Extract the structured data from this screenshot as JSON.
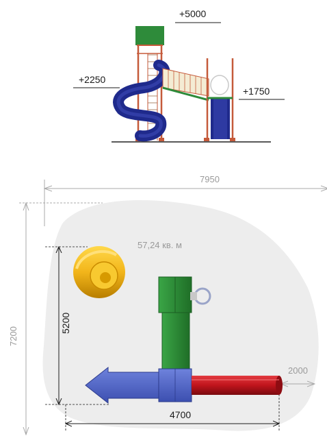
{
  "elevation": {
    "height_top": "+5000",
    "height_slide": "+2250",
    "height_platform": "+1750"
  },
  "plan": {
    "width_total": "7950",
    "depth_total": "7200",
    "area": "57,24 кв. м",
    "length_5200": "5200",
    "length_4700": "4700",
    "clearance_2000": "2000"
  },
  "colors": {
    "slide_blue": "#1f2a8c",
    "roof_green": "#2e8b3a",
    "pipe_yellow": "#f2b51a",
    "pipe_red": "#c0141c",
    "tower_blue": "#5468c8",
    "tower_green": "#2f8a36",
    "zone_grey": "#ededed",
    "dim_grey": "#a8a8a8"
  }
}
